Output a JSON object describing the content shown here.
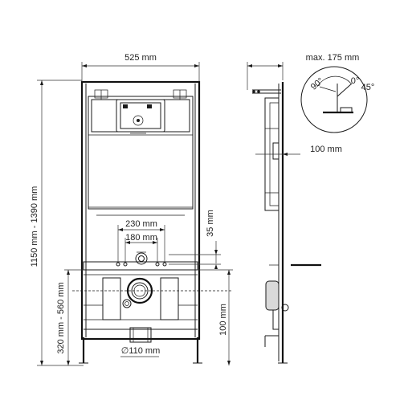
{
  "dimensions": {
    "frame_width": "525 mm",
    "max_depth": "max. 175 mm",
    "total_height": "1150 mm - 1390 mm",
    "outlet_height": "320 mm - 560 mm",
    "stud_spacing_outer": "230 mm",
    "stud_spacing_inner": "180 mm",
    "stud_offset": "35 mm",
    "outlet_offset": "100 mm",
    "wall_offset": "100 mm",
    "outlet_diameter": "∅110 mm"
  },
  "angles": {
    "a90": "90°",
    "a0": "0°",
    "a45": "45°"
  }
}
